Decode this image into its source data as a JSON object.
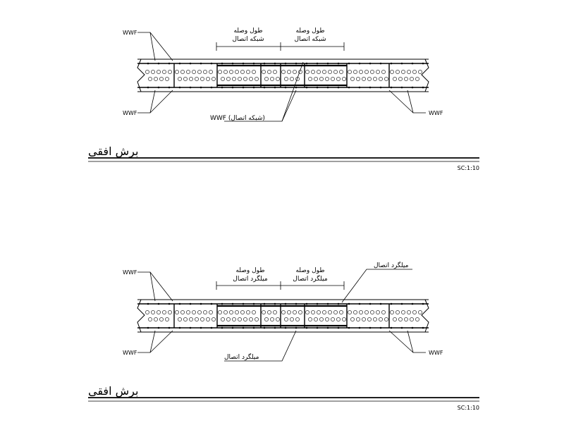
{
  "sections": [
    {
      "id": "top",
      "wwf_label": "WWF",
      "splice_label_left": "طول وصله\nشبکه اتصال",
      "splice_label_right": "طول وصله\nشبکه اتصال",
      "splice_left_line1": "طول وصله",
      "splice_left_line2": "شبکه اتصال",
      "splice_right_line1": "طول وصله",
      "splice_right_line2": "شبکه اتصال",
      "connector_label": "WWF (شبکه اتصال)",
      "title": "برش افقی",
      "scale": "SC:1:10"
    },
    {
      "id": "bottom",
      "wwf_label": "WWF",
      "splice_left_line1": "طول وصله",
      "splice_left_line2": "میلگرد اتصال",
      "splice_right_line1": "طول وصله",
      "splice_right_line2": "میلگرد اتصال",
      "connector_label": "میلگرد اتصال",
      "connector_label_top": "میلگرد اتصال",
      "title": "برش افقی",
      "scale": "SC:1:10"
    }
  ]
}
